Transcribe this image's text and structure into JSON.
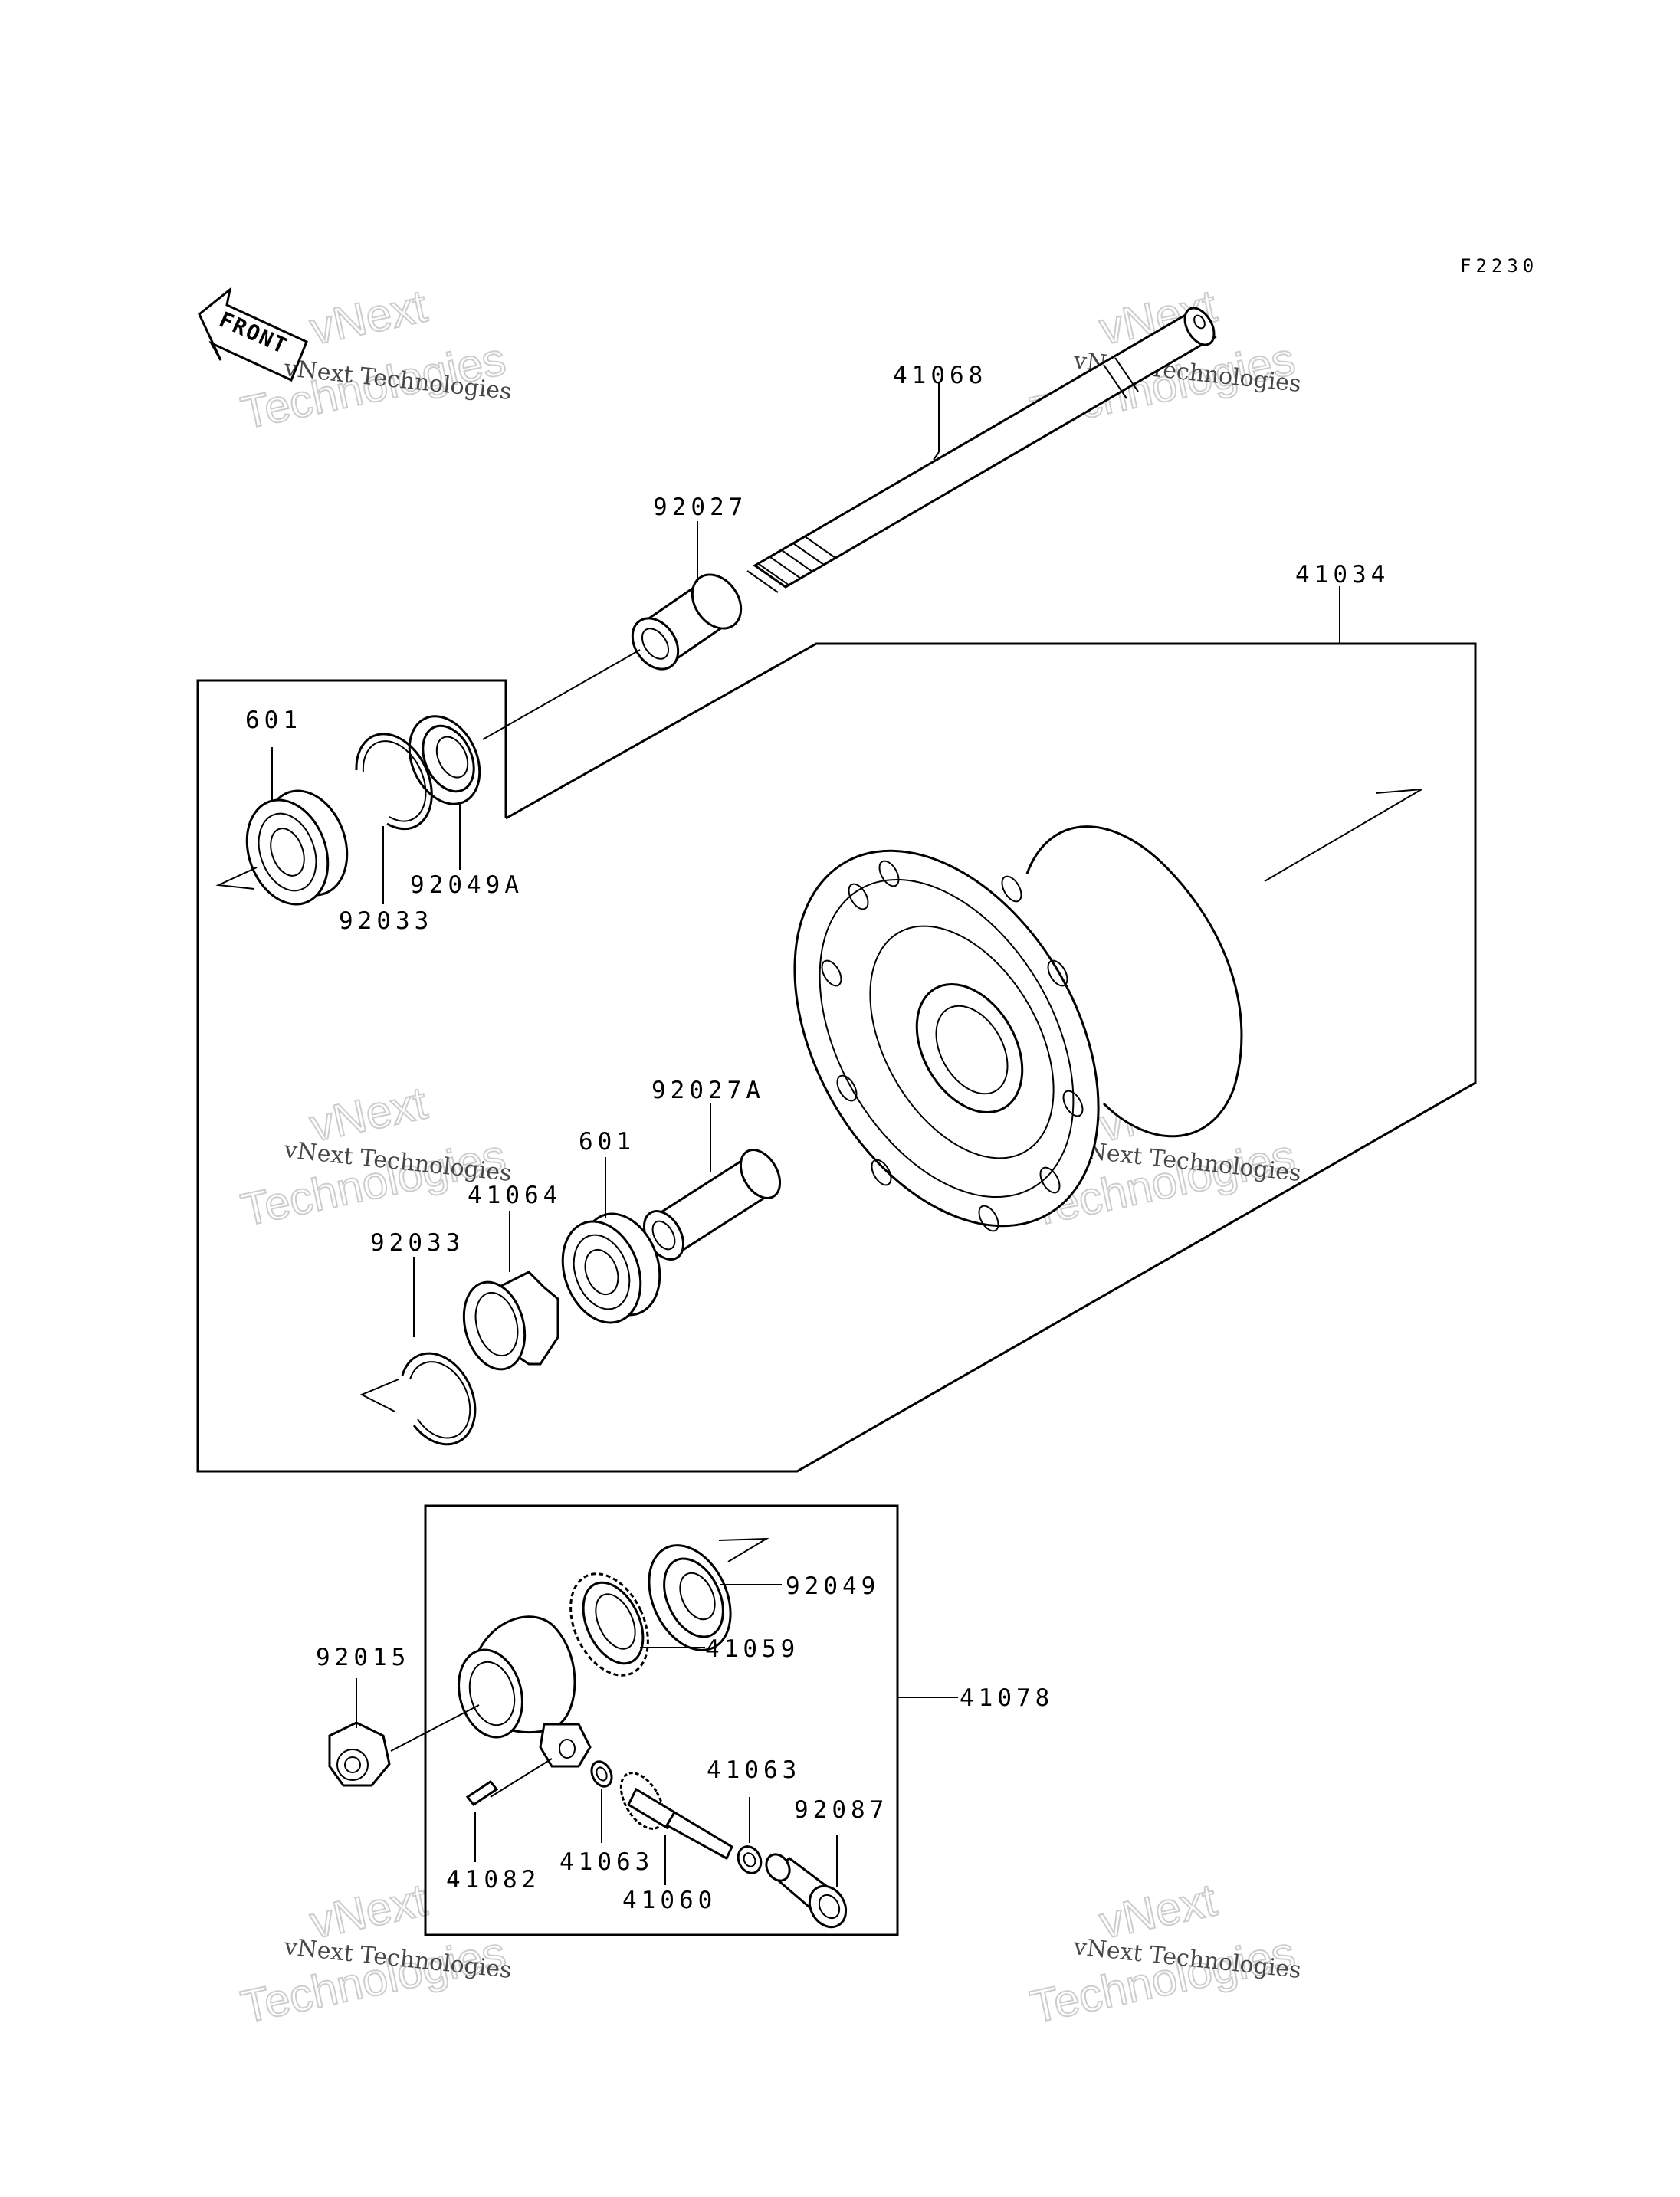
{
  "diagram_code": "F2230",
  "front_marker": "FRONT",
  "watermark": {
    "small": "vNext Technologies",
    "big_top": "vNext",
    "big_bottom": "Technologies"
  },
  "parts": {
    "axle": "41068",
    "collar": "92027",
    "hub": "41034",
    "bearing_upper": "601",
    "circlip_upper": "92033",
    "seal_upper": "92049A",
    "collar_inner": "92027A",
    "bearing_lower": "601",
    "gear_holder": "41064",
    "circlip_lower": "92033",
    "seal_gear": "92049",
    "gear": "41059",
    "gear_assy": "41078",
    "nut": "92015",
    "washer_right": "41063",
    "bushing": "92087",
    "pin": "41082",
    "washer_left": "41063",
    "pinion": "41060"
  }
}
